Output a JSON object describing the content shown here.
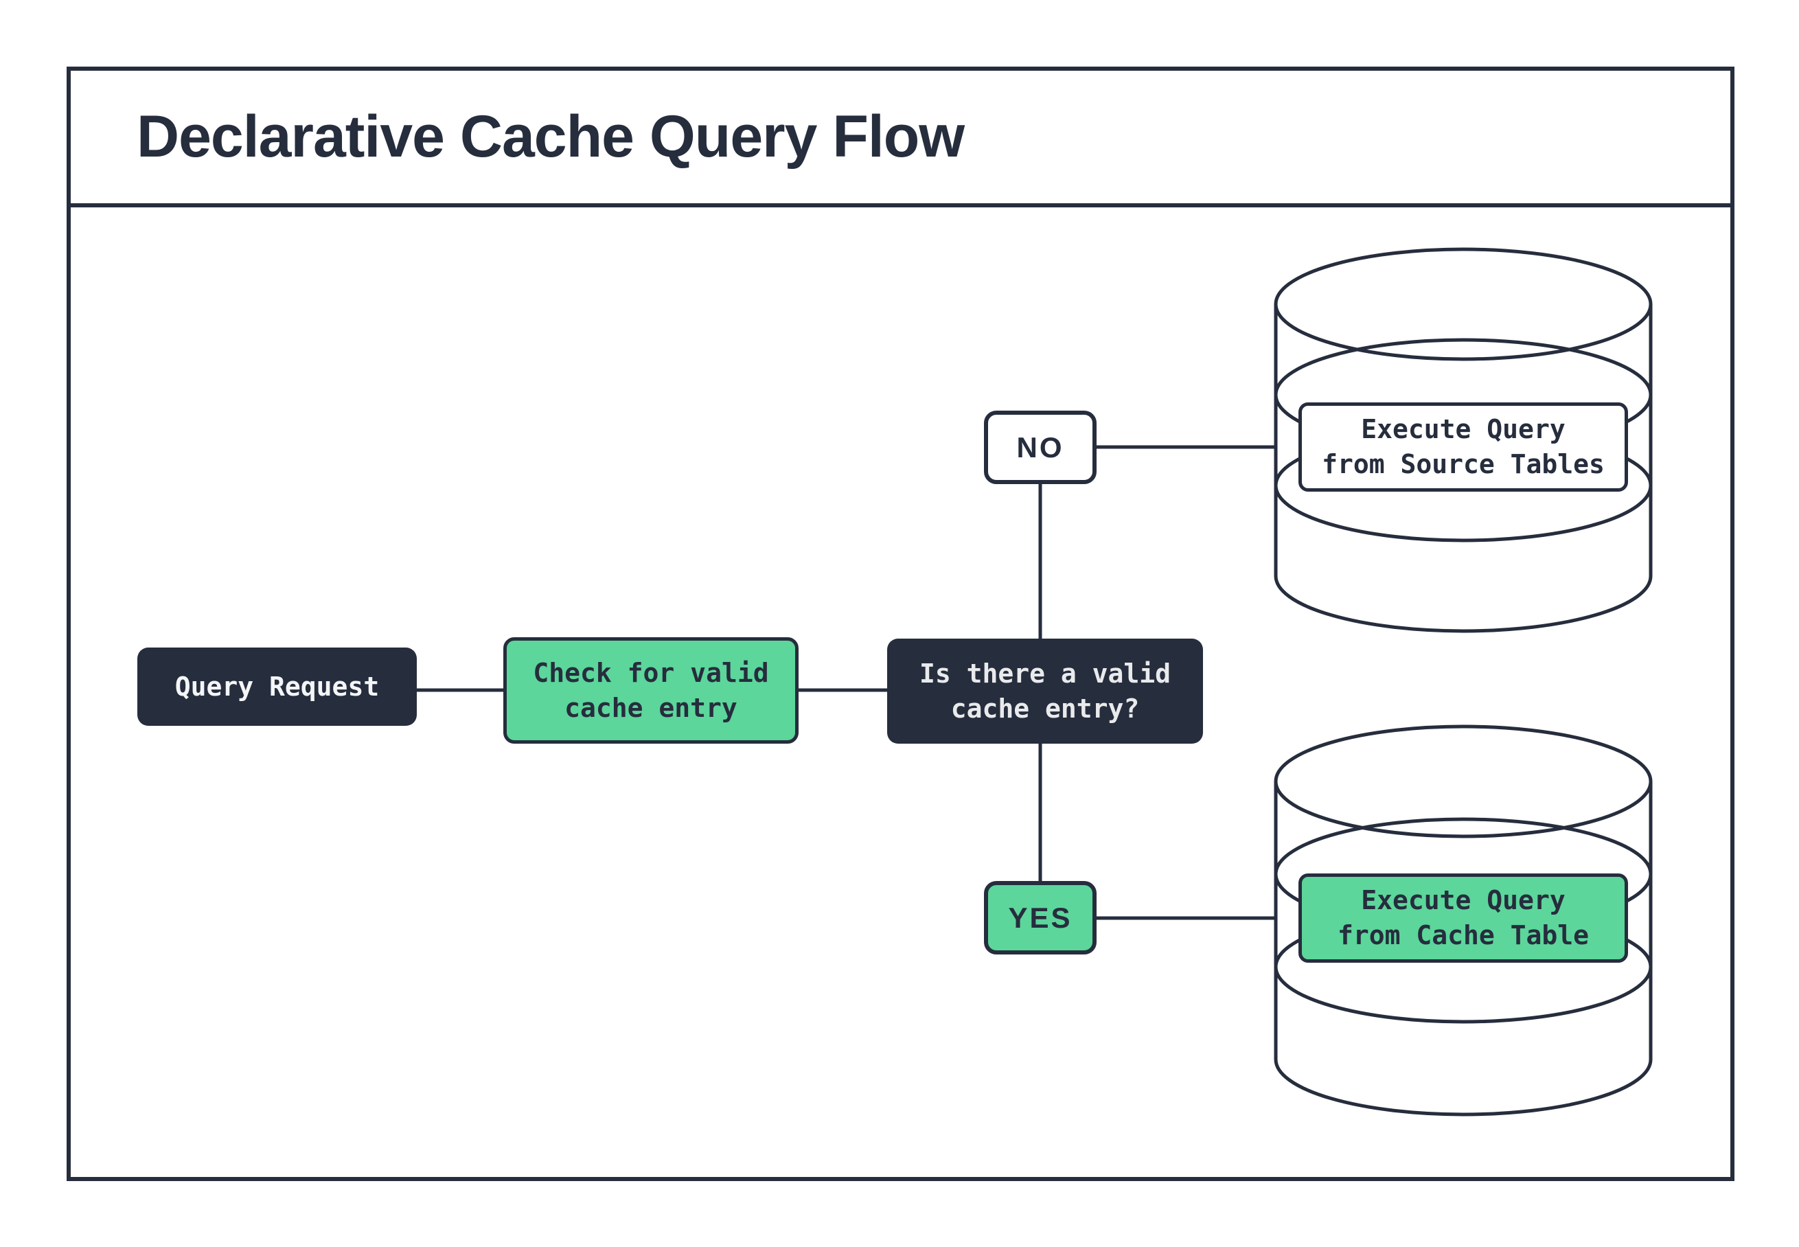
{
  "title": "Declarative Cache Query Flow",
  "colors": {
    "navy": "#262D3D",
    "green": "#5CD69B",
    "paper": "#FFFFFF",
    "text_light": "#E9EAEC"
  },
  "nodes": {
    "query_request": {
      "label": "Query Request"
    },
    "check_cache": {
      "line1": "Check for valid",
      "line2": "cache entry"
    },
    "decision": {
      "line1": "Is there a valid",
      "line2": "cache entry?"
    },
    "branch_no": {
      "label": "NO"
    },
    "branch_yes": {
      "label": "YES"
    },
    "source_db": {
      "line1": "Execute Query",
      "line2": "from Source Tables"
    },
    "cache_db": {
      "line1": "Execute Query",
      "line2": "from Cache Table"
    }
  }
}
